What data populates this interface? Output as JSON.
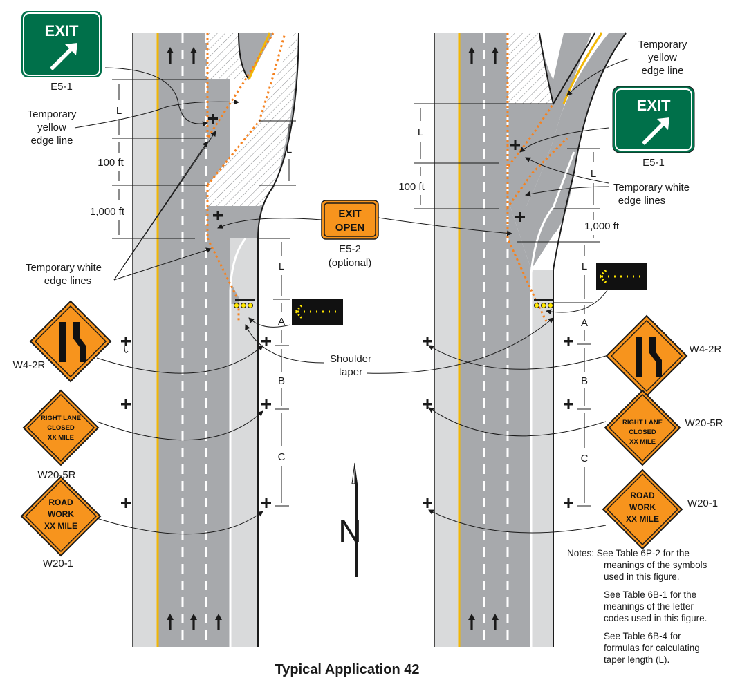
{
  "title": "Typical Application 42",
  "colors": {
    "lane": "#a7a9ac",
    "shoulder": "#d9dadb",
    "yellow_line": "#f2b705",
    "orange": "#f7941d",
    "orange_dots": "#f58220",
    "green_sign": "#00704a",
    "arrow_board": "#111111",
    "arrow_light": "#ffe600"
  },
  "signs": {
    "exit_guide": {
      "line1": "EXIT",
      "code": "E5-1"
    },
    "exit_open": {
      "line1": "EXIT",
      "line2": "OPEN",
      "code": "E5-2",
      "note": "(optional)"
    },
    "lane_ends": {
      "code": "W4-2R"
    },
    "lane_closed": {
      "line1": "RIGHT LANE",
      "line2": "CLOSED",
      "line3": "XX MILE",
      "code": "W20-5R"
    },
    "road_work": {
      "line1": "ROAD",
      "line2": "WORK",
      "line3": "XX MILE",
      "code": "W20-1"
    }
  },
  "labels": {
    "temp_yellow": [
      "Temporary",
      "yellow",
      "edge line"
    ],
    "temp_yellow_left": [
      "Temporary",
      "yellow",
      "edge line"
    ],
    "temp_white_left": [
      "Temporary white",
      "edge lines"
    ],
    "temp_white_right": [
      "Temporary white",
      "edge lines"
    ],
    "shoulder_taper": [
      "Shoulder",
      "taper"
    ]
  },
  "dimensions": {
    "L": "L",
    "A": "A",
    "B": "B",
    "C": "C",
    "d100": "100 ft",
    "d1000": "1,000 ft"
  },
  "north": "N",
  "notes": [
    "Notes: See Table 6P-2 for the",
    "meanings of the symbols",
    "used in this figure.",
    "See Table 6B-1 for the",
    "meanings of the letter",
    "codes used in this figure.",
    "See Table 6B-4 for",
    "formulas for calculating",
    "taper length (L)."
  ]
}
